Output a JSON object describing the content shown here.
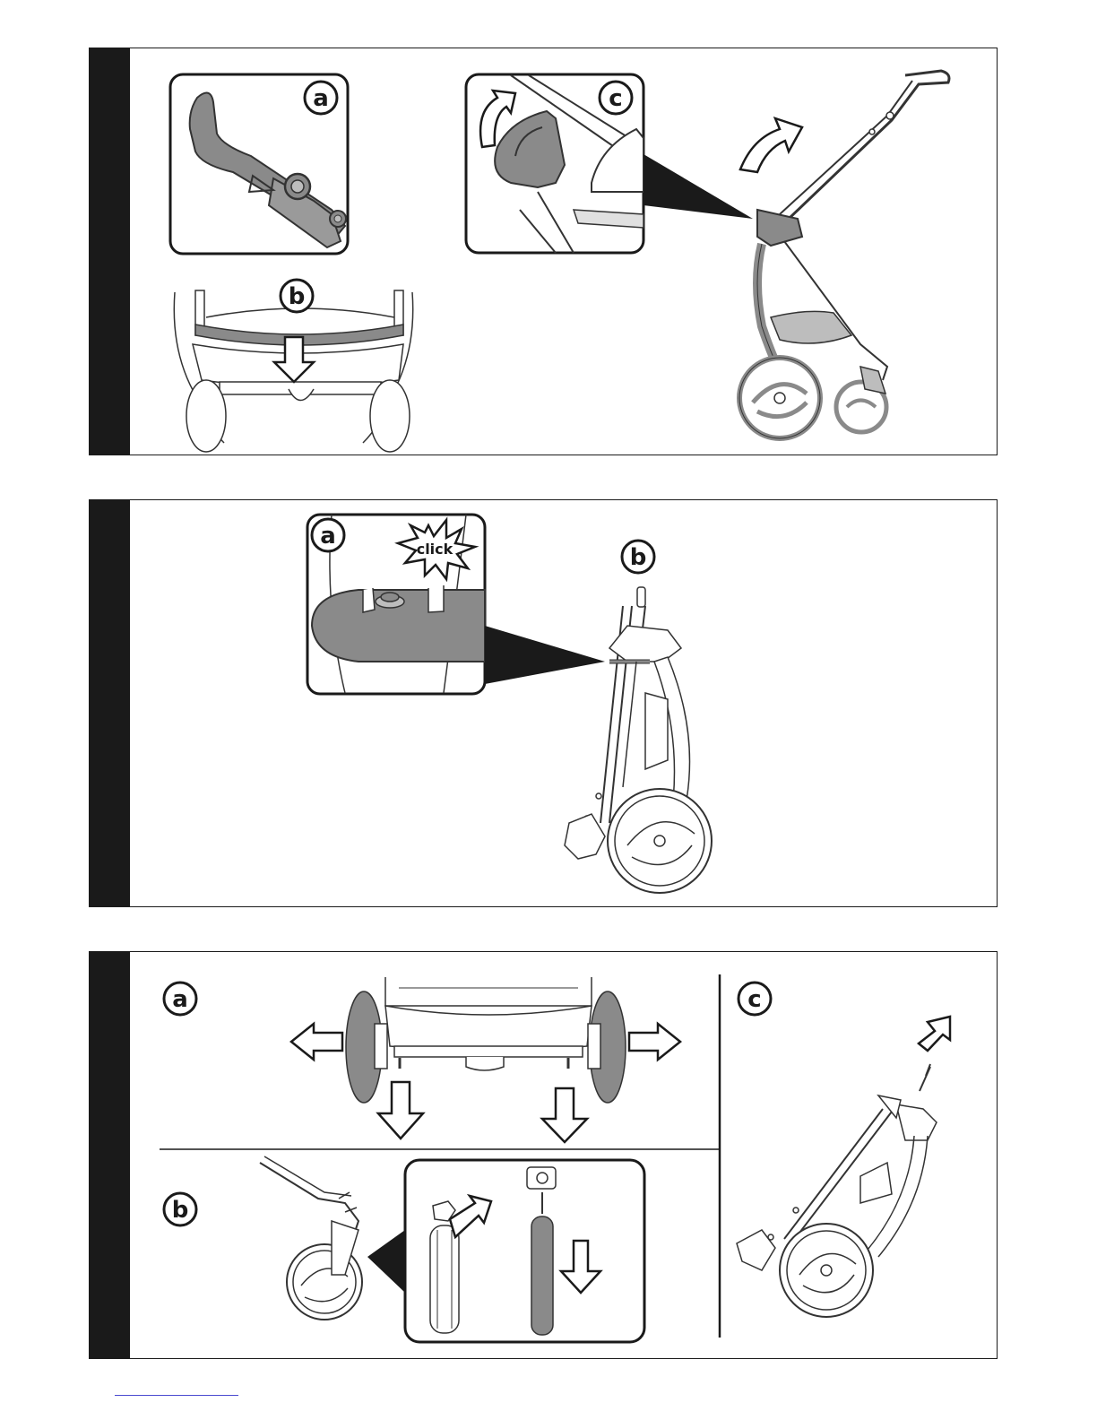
{
  "colors": {
    "frame": "#1a1a1a",
    "part_fill": "#8a8a8a",
    "light_fill": "#bdbdbd",
    "outline": "#333333",
    "footer_link": "#4a4ad0"
  },
  "panel1": {
    "label_a": "a",
    "label_b": "b",
    "label_c": "c"
  },
  "panel2": {
    "label_a": "a",
    "label_b": "b",
    "click_text": "click"
  },
  "panel3": {
    "label_a": "a",
    "label_b": "b",
    "label_c": "c"
  }
}
